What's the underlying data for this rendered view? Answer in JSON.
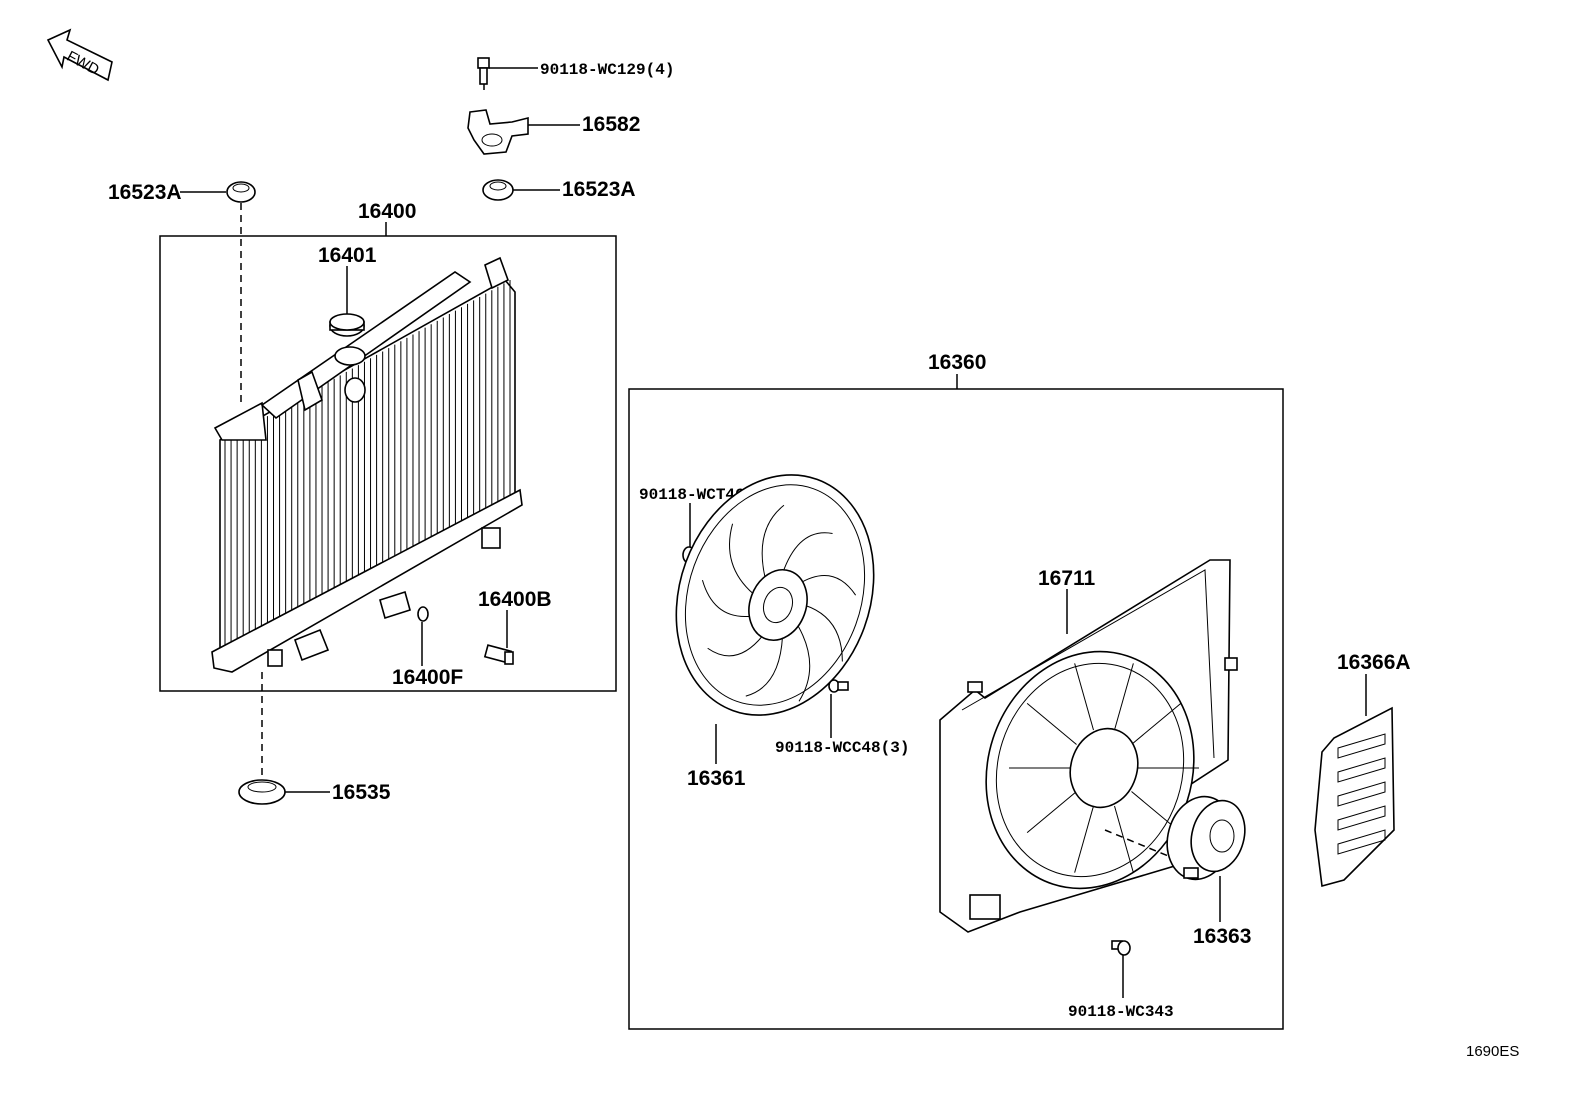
{
  "fwd_label": "FWD",
  "diagram_code": "1690ES",
  "callouts": {
    "bolt_top": "90118-WC129(4)",
    "bracket": "16582",
    "cushion_left": "16523A",
    "cushion_right": "16523A",
    "radiator_assy": "16400",
    "radiator_cap": "16401",
    "fan_assy": "16360",
    "nut_fan": "90118-WCT46",
    "drain_plug": "16400B",
    "o_ring": "16400F",
    "shroud": "16711",
    "lower_cushion": "16535",
    "screw_fan": "90118-WCC48(3)",
    "fan": "16361",
    "seal": "16366A",
    "motor": "16363",
    "bolt_motor": "90118-WC343"
  }
}
